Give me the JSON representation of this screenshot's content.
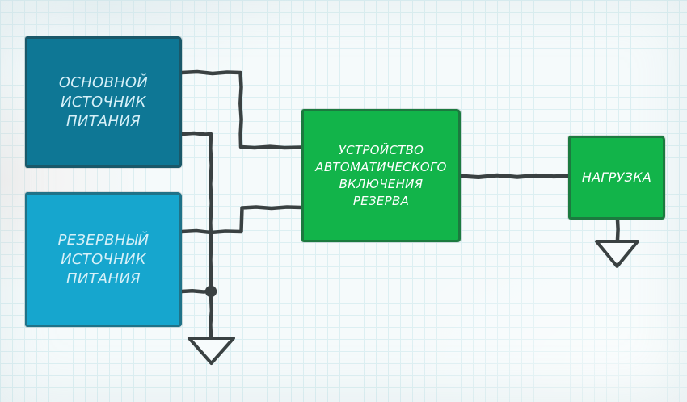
{
  "colors": {
    "paper": "#f5fafb",
    "grid-line": "#dceff2",
    "wire": "#3a4142",
    "main-box": "#0e7795",
    "reserve-box": "#16a6ce",
    "green-box": "#12b44a",
    "blue-box-text": "#d6f0f8",
    "green-box-text": "#ffffff"
  },
  "diagram": {
    "type": "block-diagram",
    "subject": "automatic transfer switch power scheme",
    "blocks": {
      "main_source": {
        "label": "ОСНОВНОЙ\nИСТОЧНИК\nПИТАНИЯ"
      },
      "reserve_source": {
        "label": "РЕЗЕРВНЫЙ\nИСТОЧНИК\nПИТАНИЯ"
      },
      "avr": {
        "label": "УСТРОЙСТВО\nАВТОМАТИЧЕСКОГО\nВКЛЮЧЕНИЯ\nРЕЗЕРВА"
      },
      "load": {
        "label": "НАГРУЗКА"
      }
    },
    "connections": [
      "main_source → avr",
      "main_source → ground junction",
      "reserve_source → avr",
      "reserve_source → ground junction",
      "junction → ground",
      "avr → load",
      "load → ground"
    ],
    "icons": {
      "ground": "ground-icon (open triangle, earth symbol)",
      "junction": "junction-dot (filled circle node)"
    }
  }
}
